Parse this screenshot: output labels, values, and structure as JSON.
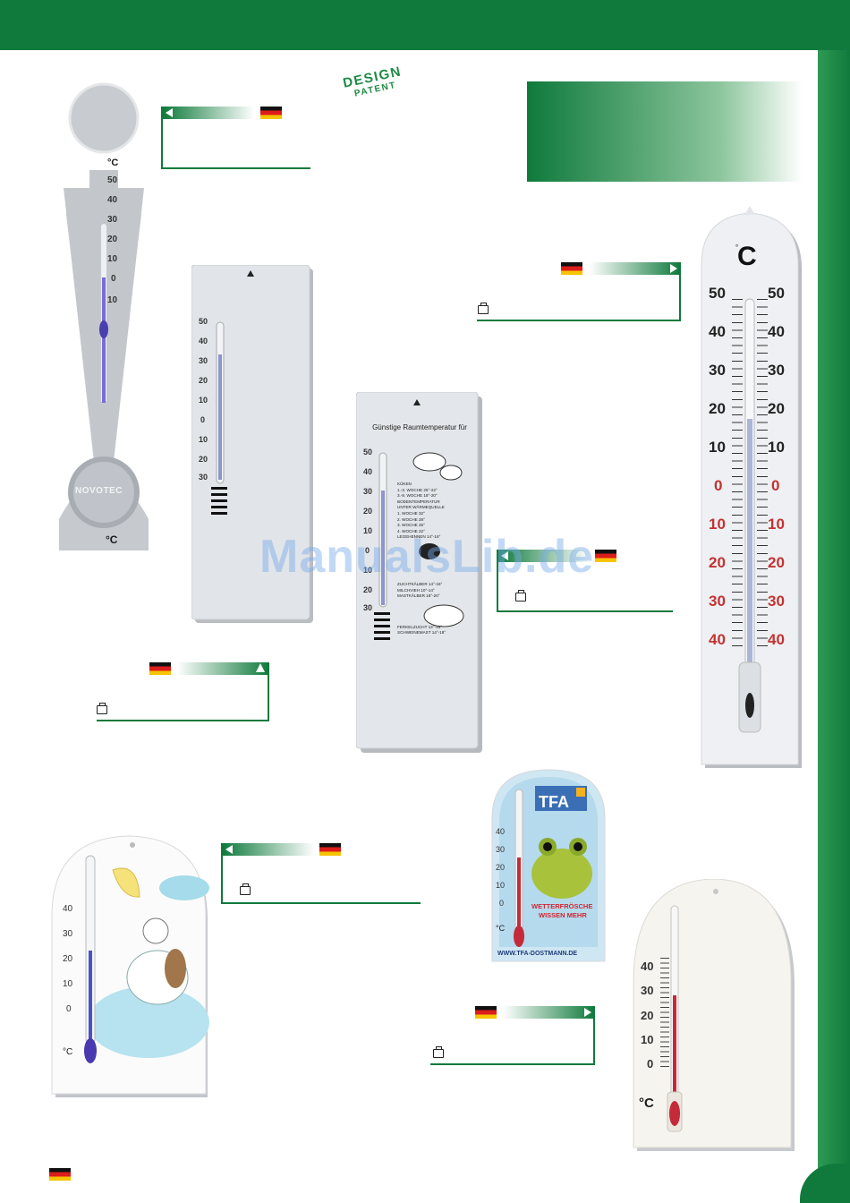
{
  "badge": {
    "line1": "DESIGN",
    "line2": "PATENT"
  },
  "watermark": "ManualsLib.de",
  "products": {
    "spear": {
      "brand": "NOVOTEC",
      "unit": "°C",
      "scale": [
        "50",
        "40",
        "30",
        "20",
        "10",
        "0",
        "10"
      ]
    },
    "slim_white": {
      "scale": [
        "50",
        "40",
        "30",
        "20",
        "10",
        "0",
        "10",
        "20",
        "30"
      ]
    },
    "stable": {
      "title": "Günstige Raumtemperatur für",
      "scale": [
        "50",
        "40",
        "30",
        "20",
        "10",
        "0",
        "10",
        "20",
        "30"
      ],
      "notes": [
        "KÜKEN",
        "1.-3. WOCHE 25°-22°",
        "3.-8. WOCHE 18°-20°",
        "BODENTEMPERATUR",
        "UNTER WÄRMEQUELLE",
        "1. WOCHE 32°",
        "2. WOCHE 28°",
        "3. WOCHE 25°",
        "4. WOCHE 22°",
        "LEGEHENNEN 14°-16°",
        "ZUCHTKÄLBER 14°-16°",
        "MILCHVIEH 10°-14°",
        "MASTKÄLBER 18°-20°",
        "FERKELZUCHT 13°-18°",
        "SCHWEINEMAST 14°-18°"
      ]
    },
    "large": {
      "unit": "C",
      "scale_positive": [
        "50",
        "40",
        "30",
        "20",
        "10"
      ],
      "scale_zero": "0",
      "scale_negative": [
        "10",
        "20",
        "30",
        "40"
      ]
    },
    "kids": {
      "unit": "°C",
      "scale": [
        "40",
        "30",
        "20",
        "10",
        "0"
      ]
    },
    "frog": {
      "brand": "TFA",
      "slogan_line1": "WETTERFRÖSCHE",
      "slogan_line2": "WISSEN MEHR",
      "url": "WWW.TFA-DOSTMANN.DE",
      "unit": "°C",
      "scale": [
        "40",
        "30",
        "20",
        "10",
        "0"
      ]
    },
    "arched": {
      "unit": "°C",
      "scale": [
        "40",
        "30",
        "20",
        "10",
        "0"
      ]
    }
  }
}
